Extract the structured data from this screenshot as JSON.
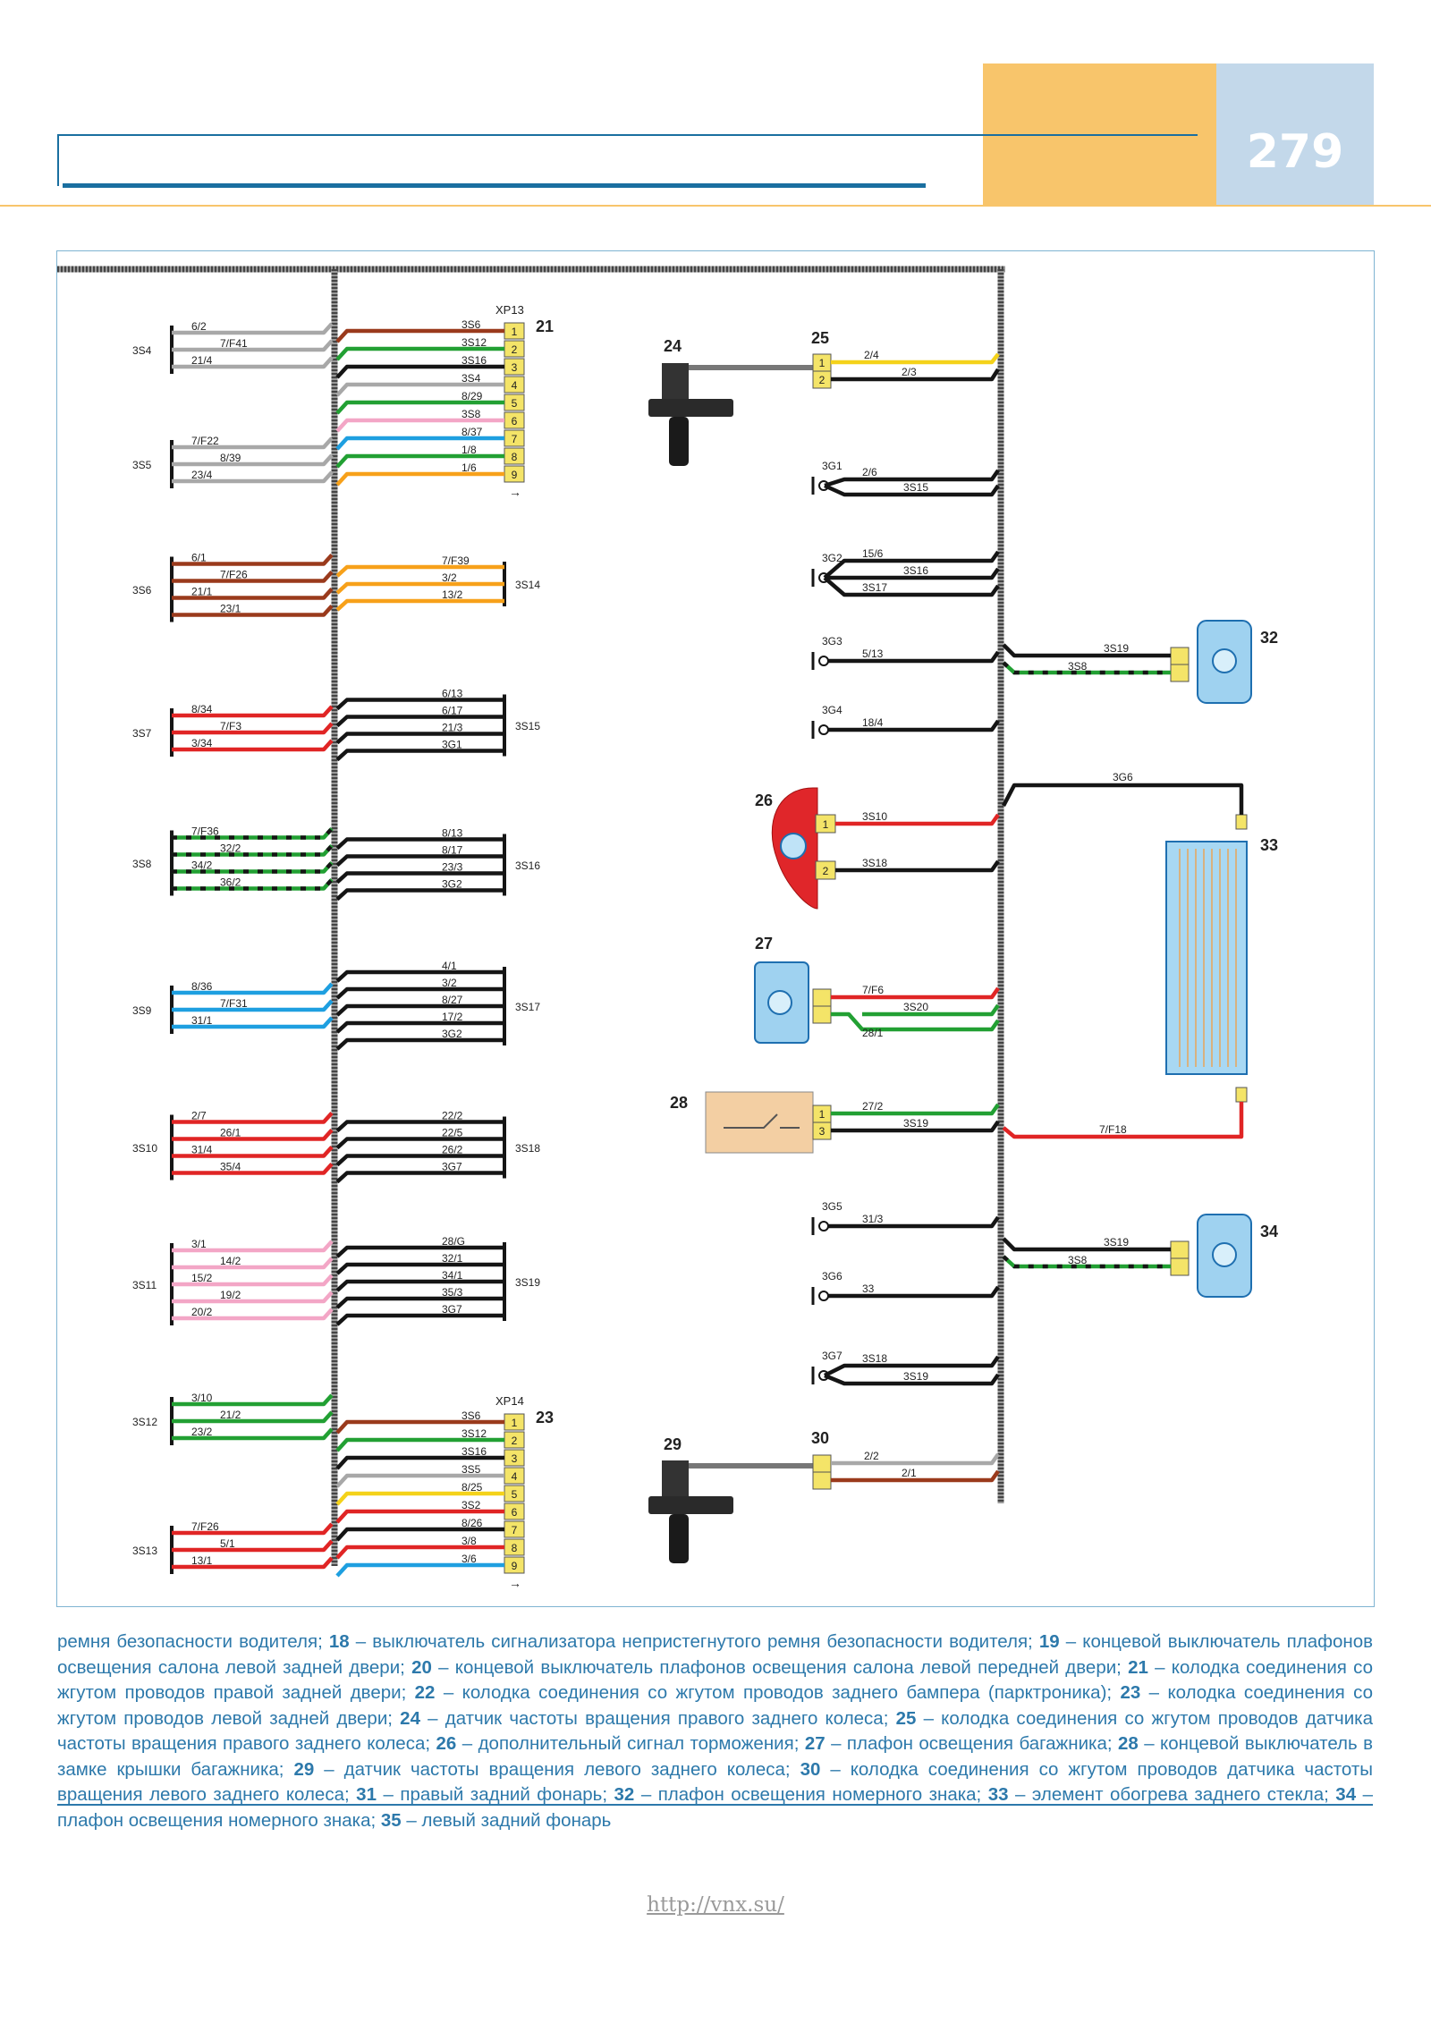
{
  "page_number": "279",
  "footer_url": "http://vnx.su/",
  "caption": [
    {
      "text": "ремня безопасности водителя; "
    },
    {
      "b": "18"
    },
    {
      "text": " – выключатель сигнализатора непристегнутого ремня безопасности водителя; "
    },
    {
      "b": "19"
    },
    {
      "text": " – концевой выключатель плафонов освещения салона левой задней двери; "
    },
    {
      "b": "20"
    },
    {
      "text": " – концевой выключатель плафонов освещения салона левой передней двери; "
    },
    {
      "b": "21"
    },
    {
      "text": " – колодка соединения со жгутом проводов правой задней двери; "
    },
    {
      "b": "22"
    },
    {
      "text": " – колодка соединения со жгутом проводов заднего бампера (парктроника); "
    },
    {
      "b": "23"
    },
    {
      "text": " – колодка соединения со жгутом проводов левой задней двери; "
    },
    {
      "b": "24"
    },
    {
      "text": " – датчик частоты вращения правого заднего колеса; "
    },
    {
      "b": "25"
    },
    {
      "text": " – колодка соединения со жгутом проводов датчика частоты вращения правого заднего колеса; "
    },
    {
      "b": "26"
    },
    {
      "text": " – дополнительный сигнал торможения; "
    },
    {
      "b": "27"
    },
    {
      "text": " – плафон освещения багажника; "
    },
    {
      "b": "28"
    },
    {
      "text": " – концевой выключатель в замке крышки багажника; "
    },
    {
      "b": "29"
    },
    {
      "text": " – датчик частоты вращения левого заднего колеса; "
    },
    {
      "b": "30"
    },
    {
      "text": " – колодка соединения со жгутом проводов датчика частоты вращения левого заднего колеса; "
    },
    {
      "b": "31"
    },
    {
      "text": " – правый задний фонарь; "
    },
    {
      "b": "32"
    },
    {
      "text": " – плафон освещения номерного знака; "
    },
    {
      "b": "33"
    },
    {
      "text": " – элемент обогрева заднего стекла; "
    },
    {
      "b": "34"
    },
    {
      "text": " – плафон освещения номерного знака; "
    },
    {
      "b": "35"
    },
    {
      "text": " – левый задний фонарь"
    }
  ],
  "colors": {
    "red": "#e02525",
    "green": "#22a033",
    "black": "#151515",
    "gray": "#a8a8a8",
    "orange": "#f7a11a",
    "brown": "#9a3a1c",
    "blue": "#1e9fe0",
    "pink": "#f3a6c6",
    "yellow": "#f4d21a",
    "connector": "#f4e468"
  },
  "diagram": {
    "left_groups": [
      {
        "label": "3S4",
        "wires": [
          {
            "t": "6/2",
            "c": "gray"
          },
          {
            "t": "7/F41",
            "c": "gray"
          },
          {
            "t": "21/4",
            "c": "gray"
          }
        ]
      },
      {
        "label": "3S5",
        "wires": [
          {
            "t": "7/F22",
            "c": "gray"
          },
          {
            "t": "8/39",
            "c": "gray"
          },
          {
            "t": "23/4",
            "c": "gray"
          }
        ]
      },
      {
        "label": "3S6",
        "wires": [
          {
            "t": "6/1",
            "c": "brown"
          },
          {
            "t": "7/F26",
            "c": "brown"
          },
          {
            "t": "21/1",
            "c": "brown"
          },
          {
            "t": "23/1",
            "c": "brown"
          }
        ]
      },
      {
        "label": "3S7",
        "wires": [
          {
            "t": "8/34",
            "c": "red"
          },
          {
            "t": "7/F3",
            "c": "red"
          },
          {
            "t": "3/34",
            "c": "red"
          }
        ]
      },
      {
        "label": "3S8",
        "wires": [
          {
            "t": "7/F36",
            "c": "green",
            "s": true
          },
          {
            "t": "32/2",
            "c": "green",
            "s": true
          },
          {
            "t": "34/2",
            "c": "green",
            "s": true
          },
          {
            "t": "36/2",
            "c": "green",
            "s": true
          }
        ]
      },
      {
        "label": "3S9",
        "wires": [
          {
            "t": "8/36",
            "c": "blue"
          },
          {
            "t": "7/F31",
            "c": "blue"
          },
          {
            "t": "31/1",
            "c": "blue"
          }
        ]
      },
      {
        "label": "3S10",
        "wires": [
          {
            "t": "2/7",
            "c": "red"
          },
          {
            "t": "26/1",
            "c": "red"
          },
          {
            "t": "31/4",
            "c": "red"
          },
          {
            "t": "35/4",
            "c": "red"
          }
        ]
      },
      {
        "label": "3S11",
        "wires": [
          {
            "t": "3/1",
            "c": "pink"
          },
          {
            "t": "14/2",
            "c": "pink"
          },
          {
            "t": "15/2",
            "c": "pink"
          },
          {
            "t": "19/2",
            "c": "pink"
          },
          {
            "t": "20/2",
            "c": "pink"
          }
        ]
      },
      {
        "label": "3S12",
        "wires": [
          {
            "t": "3/10",
            "c": "green"
          },
          {
            "t": "21/2",
            "c": "green"
          },
          {
            "t": "23/2",
            "c": "green"
          }
        ]
      },
      {
        "label": "3S13",
        "wires": [
          {
            "t": "7/F26",
            "c": "red"
          },
          {
            "t": "5/1",
            "c": "red"
          },
          {
            "t": "13/1",
            "c": "red"
          }
        ]
      }
    ],
    "connector21": {
      "num": "21",
      "name": "XP13",
      "pins": [
        "1",
        "2",
        "3",
        "4",
        "5",
        "6",
        "7",
        "8",
        "9"
      ],
      "wires": [
        {
          "t": "3S6",
          "c": "brown"
        },
        {
          "t": "3S12",
          "c": "green"
        },
        {
          "t": "3S16",
          "c": "black"
        },
        {
          "t": "3S4",
          "c": "gray"
        },
        {
          "t": "8/29",
          "c": "green"
        },
        {
          "t": "3S8",
          "c": "pink"
        },
        {
          "t": "8/37",
          "c": "blue"
        },
        {
          "t": "1/8",
          "c": "green"
        },
        {
          "t": "1/6",
          "c": "orange"
        }
      ]
    },
    "connector23": {
      "num": "23",
      "name": "XP14",
      "pins": [
        "1",
        "2",
        "3",
        "4",
        "5",
        "6",
        "7",
        "8",
        "9"
      ],
      "wires": [
        {
          "t": "3S6",
          "c": "brown"
        },
        {
          "t": "3S12",
          "c": "green"
        },
        {
          "t": "3S16",
          "c": "black"
        },
        {
          "t": "3S5",
          "c": "gray"
        },
        {
          "t": "8/25",
          "c": "yellow"
        },
        {
          "t": "3S2",
          "c": "red"
        },
        {
          "t": "8/26",
          "c": "black"
        },
        {
          "t": "3/8",
          "c": "red"
        },
        {
          "t": "3/6",
          "c": "blue"
        }
      ]
    },
    "mid_groups": [
      {
        "label": "3S14",
        "wires": [
          {
            "t": "7/F39",
            "c": "orange"
          },
          {
            "t": "3/2",
            "c": "orange"
          },
          {
            "t": "13/2",
            "c": "orange"
          }
        ]
      },
      {
        "label": "3S15",
        "wires": [
          {
            "t": "6/13",
            "c": "black"
          },
          {
            "t": "6/17",
            "c": "black"
          },
          {
            "t": "21/3",
            "c": "black"
          },
          {
            "t": "3G1",
            "c": "black"
          }
        ]
      },
      {
        "label": "3S16",
        "wires": [
          {
            "t": "8/13",
            "c": "black"
          },
          {
            "t": "8/17",
            "c": "black"
          },
          {
            "t": "23/3",
            "c": "black"
          },
          {
            "t": "3G2",
            "c": "black"
          }
        ]
      },
      {
        "label": "3S17",
        "wires": [
          {
            "t": "4/1",
            "c": "black"
          },
          {
            "t": "3/2",
            "c": "black"
          },
          {
            "t": "8/27",
            "c": "black"
          },
          {
            "t": "17/2",
            "c": "black"
          },
          {
            "t": "3G2",
            "c": "black"
          }
        ]
      },
      {
        "label": "3S18",
        "wires": [
          {
            "t": "22/2",
            "c": "black"
          },
          {
            "t": "22/5",
            "c": "black"
          },
          {
            "t": "26/2",
            "c": "black"
          },
          {
            "t": "3G7",
            "c": "black"
          }
        ]
      },
      {
        "label": "3S19",
        "wires": [
          {
            "t": "28/G",
            "c": "black"
          },
          {
            "t": "32/1",
            "c": "black"
          },
          {
            "t": "34/1",
            "c": "black"
          },
          {
            "t": "35/3",
            "c": "black"
          },
          {
            "t": "3G7",
            "c": "black"
          }
        ]
      }
    ],
    "components": {
      "c24": "24",
      "c25": "25",
      "c25_w1": "2/4",
      "c25_w2": "2/3",
      "c25_p1": "1",
      "c25_p2": "2",
      "g1": "3G1",
      "g1_w1": "2/6",
      "g1_w2": "3S15",
      "g2": "3G2",
      "g2_w1": "15/6",
      "g2_w2": "3S16",
      "g2_w3": "3S17",
      "g3": "3G3",
      "g3_w": "5/13",
      "g4": "3G4",
      "g4_w": "18/4",
      "c26": "26",
      "c26_w1": "3S10",
      "c26_w2": "3S18",
      "c26_p1": "1",
      "c26_p2": "2",
      "c27": "27",
      "c27_w1": "7/F6",
      "c27_w2": "3S20",
      "c27_w3": "28/1",
      "c28": "28",
      "c28_w1": "27/2",
      "c28_w2": "3S19",
      "c28_p1": "1",
      "c28_p2": "3",
      "g5": "3G5",
      "g5_w": "31/3",
      "g6": "3G6",
      "g6_w": "33",
      "g7": "3G7",
      "g7_w1": "3S18",
      "g7_w2": "3S19",
      "c29": "29",
      "c30": "30",
      "c30_w1": "2/2",
      "c30_w2": "2/1",
      "c32": "32",
      "c32_w1": "3S19",
      "c32_w2": "3S8",
      "c33": "33",
      "c33_top": "3G6",
      "c33_bot": "7/F18",
      "c34": "34",
      "c34_w1": "3S19",
      "c34_w2": "3S8"
    }
  }
}
